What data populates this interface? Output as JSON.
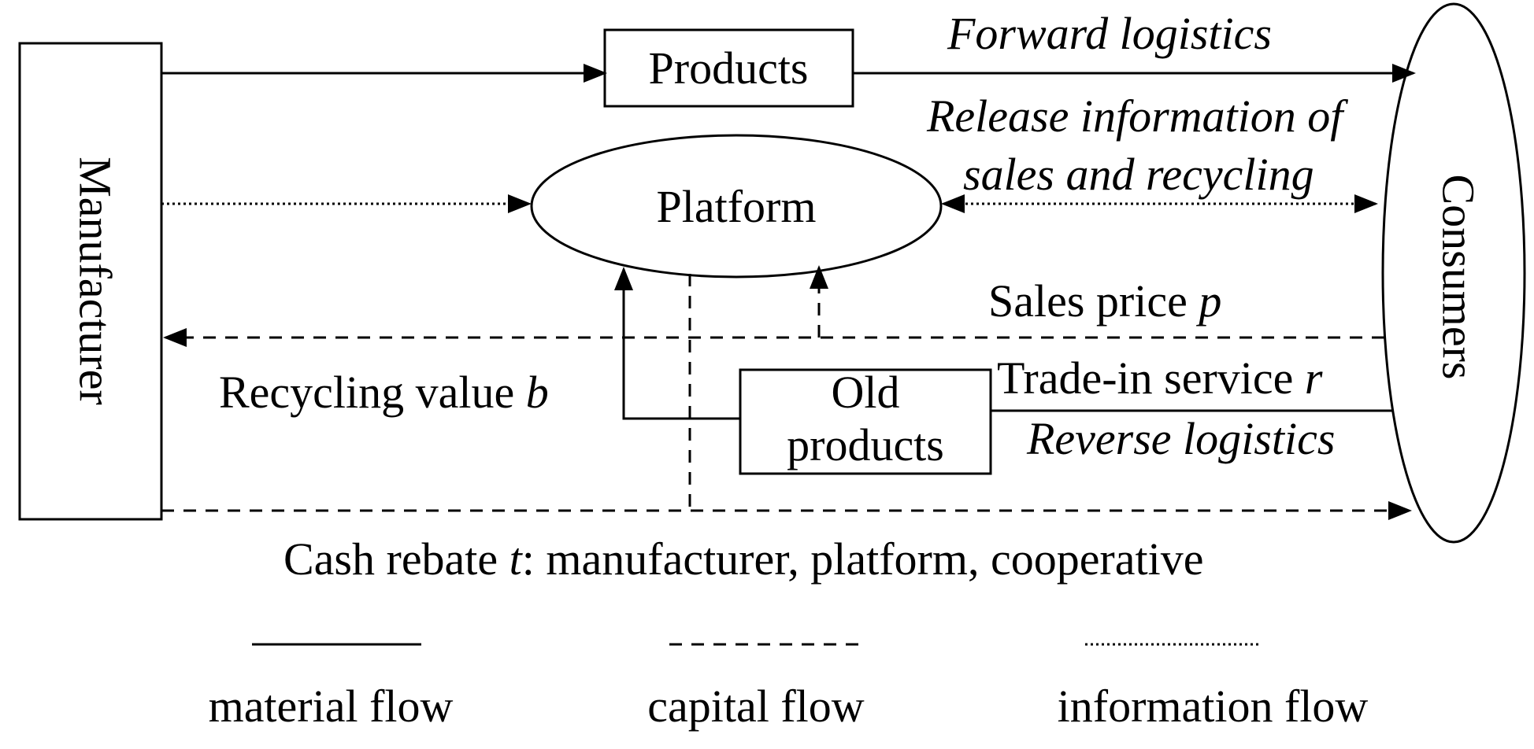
{
  "nodes": {
    "manufacturer": "Manufacturer",
    "products": "Products",
    "platform": "Platform",
    "consumers": "Consumers",
    "old_products_line1": "Old",
    "old_products_line2": "products"
  },
  "labels": {
    "forward_logistics": "Forward logistics",
    "release_info_line1": "Release information of",
    "release_info_line2": "sales and recycling",
    "sales_price": "Sales price ",
    "sales_price_var": "p",
    "recycling_value": "Recycling value ",
    "recycling_value_var": "b",
    "trade_in": "Trade-in service ",
    "trade_in_var": "r",
    "reverse_logistics": "Reverse logistics",
    "cash_rebate_pre": "Cash rebate ",
    "cash_rebate_var": "t",
    "cash_rebate_post": ": manufacturer, platform, cooperative"
  },
  "legend": {
    "material": "material flow",
    "capital": "capital flow",
    "information": "information flow"
  }
}
